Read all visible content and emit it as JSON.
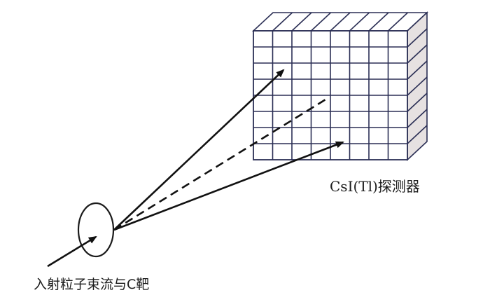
{
  "labels": {
    "detector": "CsI(Tl)探测器",
    "target": "入射粒子束流与C靶"
  },
  "detector_grid": {
    "rows": 8,
    "cols": 8
  },
  "colors": {
    "grid_line": "#2b2f55",
    "depth_face": "#e6e1e1",
    "arrow": "#111111",
    "text": "#1b1b1b"
  }
}
